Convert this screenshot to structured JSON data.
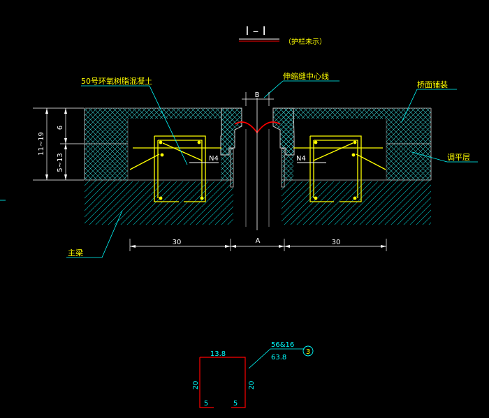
{
  "title": {
    "main": "I – I",
    "note": "（护栏未示）"
  },
  "labels": {
    "epoxy": "50号环氧树脂混凝土",
    "centerline": "伸缩缝中心线",
    "deck": "桥面铺装",
    "leveling": "调平层",
    "girder": "主梁",
    "n4_left": "N4",
    "n4_right": "N4"
  },
  "dims": {
    "gap": "B",
    "left_width": "30",
    "center": "A",
    "right_width": "30",
    "total_height": "11~19",
    "upper_height": "6",
    "lower_height": "5~13"
  },
  "detail": {
    "top": "13.8",
    "left": "20",
    "right": "20",
    "bottom_left": "5",
    "bottom_right": "5",
    "spec_top": "56&16",
    "spec_bottom": "63.8",
    "callout": "3"
  },
  "colors": {
    "cad_white": "#ffffff",
    "cad_yellow": "#ffff00",
    "cad_cyan": "#00ffff",
    "cad_red": "#ff0000",
    "cad_green": "#00ff00",
    "cad_grey": "#9a9a9a"
  }
}
